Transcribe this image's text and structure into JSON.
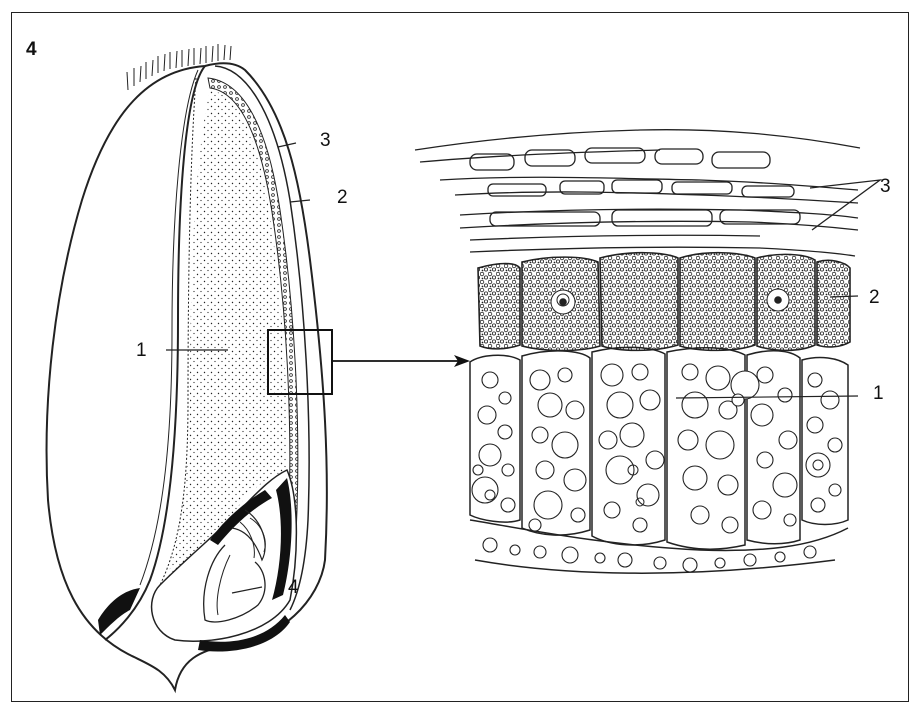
{
  "figure": {
    "number": "4",
    "grain_labels": {
      "endosperm": "1",
      "aleurone": "2",
      "pericarp": "3",
      "embryo": "4"
    },
    "section_labels": {
      "pericarp": "3",
      "aleurone": "2",
      "endosperm": "1"
    }
  }
}
